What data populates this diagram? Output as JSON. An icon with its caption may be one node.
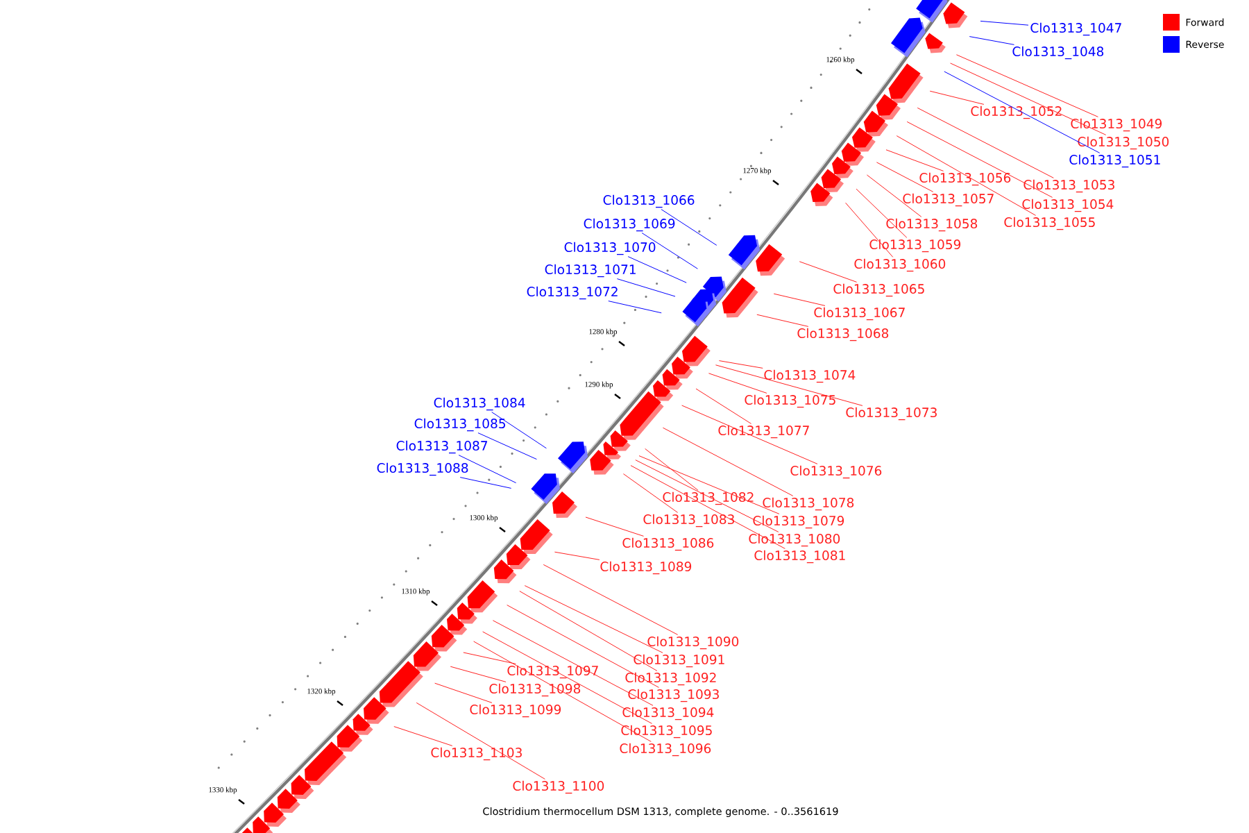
{
  "diagram": {
    "caption": "Clostridium thermocellum DSM 1313, complete genome. - 0..3561619",
    "nodes": [
      {
        "text": [
          "Clo1313_1047"
        ]
      },
      {
        "text": [
          "Clo1313_1048"
        ]
      },
      {
        "text": [
          "Clo1313_1052"
        ]
      },
      {
        "text": [
          "Clo1313_1049"
        ]
      },
      {
        "text": [
          "Clo1313_1050"
        ]
      },
      {
        "text": [
          "Clo1313_1051"
        ]
      },
      {
        "text": [
          "Clo1313_1053"
        ]
      },
      {
        "text": [
          "Clo1313_1056"
        ]
      },
      {
        "text": [
          "Clo1313_1054"
        ]
      },
      {
        "text": [
          "Clo1313_1057"
        ]
      },
      {
        "text": [
          "Clo1313_1066"
        ]
      },
      {
        "text": [
          "Clo1313_1055"
        ]
      },
      {
        "text": [
          "Clo1313_1058"
        ]
      },
      {
        "text": [
          "Clo1313_1069"
        ]
      },
      {
        "text": [
          "Clo1313_1059"
        ]
      },
      {
        "text": [
          "Clo1313_1070"
        ]
      },
      {
        "text": [
          "Clo1313_1060"
        ]
      },
      {
        "text": [
          "Clo1313_1071"
        ]
      },
      {
        "text": [
          "Clo1313_1065"
        ]
      },
      {
        "text": [
          "Clo1313_1072"
        ]
      },
      {
        "text": [
          "Clo1313_1067"
        ]
      },
      {
        "text": [
          "Clo1313_1068"
        ]
      },
      {
        "text": [
          "Clo1313_1074"
        ]
      },
      {
        "text": [
          "Clo1313_1084"
        ]
      },
      {
        "text": [
          "Clo1313_1075"
        ]
      },
      {
        "text": [
          "Clo1313_1073"
        ]
      },
      {
        "text": [
          "Clo1313_1085"
        ]
      },
      {
        "text": [
          "Clo1313_1077"
        ]
      },
      {
        "text": [
          "Clo1313_1087"
        ]
      },
      {
        "text": [
          "Clo1313_1088"
        ]
      },
      {
        "text": [
          "Clo1313_1076"
        ]
      },
      {
        "text": [
          "Clo1313_1082"
        ]
      },
      {
        "text": [
          "Clo1313_1078"
        ]
      },
      {
        "text": [
          "Clo1313_1083"
        ]
      },
      {
        "text": [
          "Clo1313_1079"
        ]
      },
      {
        "text": [
          "Clo1313_1080"
        ]
      },
      {
        "text": [
          "Clo1313_1086"
        ]
      },
      {
        "text": [
          "Clo1313_1081"
        ]
      },
      {
        "text": [
          "Clo1313_1089"
        ]
      },
      {
        "text": [
          "Clo1313_1090"
        ]
      },
      {
        "text": [
          "Clo1313_1091"
        ]
      },
      {
        "text": [
          "Clo1313_1097"
        ]
      },
      {
        "text": [
          "Clo1313_1092"
        ]
      },
      {
        "text": [
          "Clo1313_1098"
        ]
      },
      {
        "text": [
          "Clo1313_1093"
        ]
      },
      {
        "text": [
          "Clo1313_1099"
        ]
      },
      {
        "text": [
          "Clo1313_1094"
        ]
      },
      {
        "text": [
          "Clo1313_1095"
        ]
      },
      {
        "text": [
          "Clo1313_1096"
        ]
      },
      {
        "text": [
          "Clo1313_1103"
        ]
      },
      {
        "text": [
          "Clo1313_1100"
        ]
      }
    ],
    "edges": [
      {
        "from": 0,
        "to": null,
        "arrow": "none",
        "color": "#0000ff"
      },
      {
        "from": 1,
        "to": null,
        "arrow": "none",
        "color": "#0000ff"
      },
      {
        "from": 2,
        "to": null,
        "arrow": "none"
      },
      {
        "from": 3,
        "to": null,
        "arrow": "none"
      },
      {
        "from": 4,
        "to": null,
        "arrow": "none"
      },
      {
        "from": 5,
        "to": null,
        "arrow": "none",
        "color": "#0000ff"
      },
      {
        "from": 6,
        "to": null,
        "arrow": "none"
      },
      {
        "from": 7,
        "to": null,
        "arrow": "none"
      },
      {
        "from": 8,
        "to": null,
        "arrow": "none"
      },
      {
        "from": 9,
        "to": null,
        "arrow": "none"
      },
      {
        "from": 10,
        "to": null,
        "arrow": "none",
        "color": "#0000ff"
      },
      {
        "from": 11,
        "to": null,
        "arrow": "none"
      },
      {
        "from": 12,
        "to": null,
        "arrow": "none"
      },
      {
        "from": 13,
        "to": null,
        "arrow": "none",
        "color": "#0000ff"
      },
      {
        "from": 14,
        "to": null,
        "arrow": "none"
      },
      {
        "from": 15,
        "to": null,
        "arrow": "none",
        "color": "#0000ff"
      },
      {
        "from": 16,
        "to": null,
        "arrow": "none"
      },
      {
        "from": 17,
        "to": null,
        "arrow": "none",
        "color": "#0000ff"
      },
      {
        "from": 18,
        "to": null,
        "arrow": "none"
      },
      {
        "from": 19,
        "to": null,
        "arrow": "none",
        "color": "#0000ff"
      },
      {
        "from": 20,
        "to": null,
        "arrow": "none"
      },
      {
        "from": 21,
        "to": null,
        "arrow": "none"
      },
      {
        "from": 22,
        "to": null,
        "arrow": "none"
      },
      {
        "from": 23,
        "to": null,
        "arrow": "none",
        "color": "#0000ff"
      },
      {
        "from": 24,
        "to": null,
        "arrow": "none"
      },
      {
        "from": 25,
        "to": null,
        "arrow": "none"
      },
      {
        "from": 26,
        "to": null,
        "arrow": "none",
        "color": "#0000ff"
      },
      {
        "from": 27,
        "to": null,
        "arrow": "none"
      },
      {
        "from": 28,
        "to": null,
        "arrow": "none",
        "color": "#0000ff"
      },
      {
        "from": 29,
        "to": null,
        "arrow": "none",
        "color": "#0000ff"
      },
      {
        "from": 30,
        "to": null,
        "arrow": "none"
      },
      {
        "from": 31,
        "to": null,
        "arrow": "none"
      },
      {
        "from": 32,
        "to": null,
        "arrow": "none"
      },
      {
        "from": 33,
        "to": null,
        "arrow": "none"
      },
      {
        "from": 34,
        "to": null,
        "arrow": "none"
      },
      {
        "from": 35,
        "to": null,
        "arrow": "none"
      },
      {
        "from": 36,
        "to": null,
        "arrow": "none"
      },
      {
        "from": 37,
        "to": null,
        "arrow": "none"
      },
      {
        "from": 38,
        "to": null,
        "arrow": "none"
      },
      {
        "from": 39,
        "to": null,
        "arrow": "none"
      },
      {
        "from": 40,
        "to": null,
        "arrow": "none"
      },
      {
        "from": 41,
        "to": null,
        "arrow": "none"
      },
      {
        "from": 42,
        "to": null,
        "arrow": "none"
      },
      {
        "from": 43,
        "to": null,
        "arrow": "none"
      },
      {
        "from": 44,
        "to": null,
        "arrow": "none"
      },
      {
        "from": 45,
        "to": null,
        "arrow": "none"
      },
      {
        "from": 46,
        "to": null,
        "arrow": "none"
      },
      {
        "from": 47,
        "to": null,
        "arrow": "none"
      },
      {
        "from": 48,
        "to": null,
        "arrow": "none"
      },
      {
        "from": 49,
        "to": null,
        "arrow": "none"
      },
      {
        "from": 50,
        "to": null,
        "arrow": "none"
      }
    ],
    "labels": [
      "1260 kbp",
      "1270 kbp",
      "1280 kbp",
      "1290 kbp",
      "1300 kbp",
      "1310 kbp",
      "1320 kbp",
      "1330 kbp"
    ],
    "legend": [
      {
        "text": "Forward",
        "color": "#ff0000"
      },
      {
        "text": "Reverse",
        "color": "#0000ff"
      }
    ]
  }
}
